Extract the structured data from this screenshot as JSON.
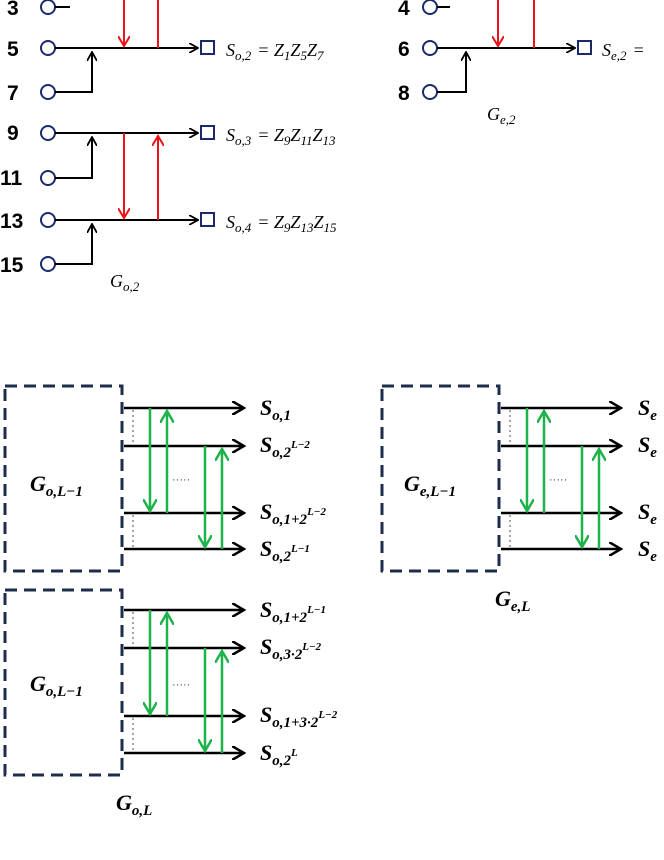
{
  "top_left": {
    "inputs": [
      "3",
      "5",
      "7",
      "9",
      "11",
      "13",
      "15"
    ],
    "outputs": [
      {
        "s": "S",
        "sub": "o,2",
        "rhs": "= Z",
        "t1": "1",
        "z2": "Z",
        "t2": "5",
        "z3": "Z",
        "t3": "7"
      },
      {
        "s": "S",
        "sub": "o,3",
        "rhs": "= Z",
        "t1": "9",
        "z2": "Z",
        "t2": "11",
        "z3": "Z",
        "t3": "13"
      },
      {
        "s": "S",
        "sub": "o,4",
        "rhs": "= Z",
        "t1": "9",
        "z2": "Z",
        "t2": "13",
        "z3": "Z",
        "t3": "15"
      }
    ],
    "group_label": {
      "base": "G",
      "sub": "o,2"
    }
  },
  "top_right": {
    "inputs": [
      "4",
      "6",
      "8"
    ],
    "output": {
      "s": "S",
      "sub": "e,2",
      "rhs": "="
    },
    "group_label": {
      "base": "G",
      "sub": "e,2"
    }
  },
  "bottom_left_upper": {
    "box_label": {
      "base": "G",
      "sub": "o,L−1"
    },
    "outputs": [
      {
        "s": "S",
        "sub": "o,1",
        "sup": ""
      },
      {
        "s": "S",
        "sub": "o,2",
        "sup": "L−2"
      },
      {
        "s": "S",
        "sub": "o,1+2",
        "sup": "L−2"
      },
      {
        "s": "S",
        "sub": "o,2",
        "sup": "L−1"
      }
    ],
    "dots": "·····"
  },
  "bottom_left_lower": {
    "box_label": {
      "base": "G",
      "sub": "o,L−1"
    },
    "outputs": [
      {
        "s": "S",
        "sub": "o,1+2",
        "sup": "L−1"
      },
      {
        "s": "S",
        "sub": "o,3·2",
        "sup": "L−2"
      },
      {
        "s": "S",
        "sub": "o,1+3·2",
        "sup": "L−2"
      },
      {
        "s": "S",
        "sub": "o,2",
        "sup": "L"
      }
    ],
    "dots": "·····",
    "group_label": {
      "base": "G",
      "sub": "o,L"
    }
  },
  "bottom_right": {
    "box_label": {
      "base": "G",
      "sub": "e,L−1"
    },
    "outputs": [
      "S",
      "S",
      "S",
      "S"
    ],
    "output_sub": "e",
    "dots": "·····",
    "group_label": {
      "base": "G",
      "sub": "e,L"
    }
  },
  "colors": {
    "line": "#000000",
    "red": "#e8141b",
    "green": "#1db34a",
    "box": "#1f2d4d",
    "node": "#1a2a6b"
  }
}
